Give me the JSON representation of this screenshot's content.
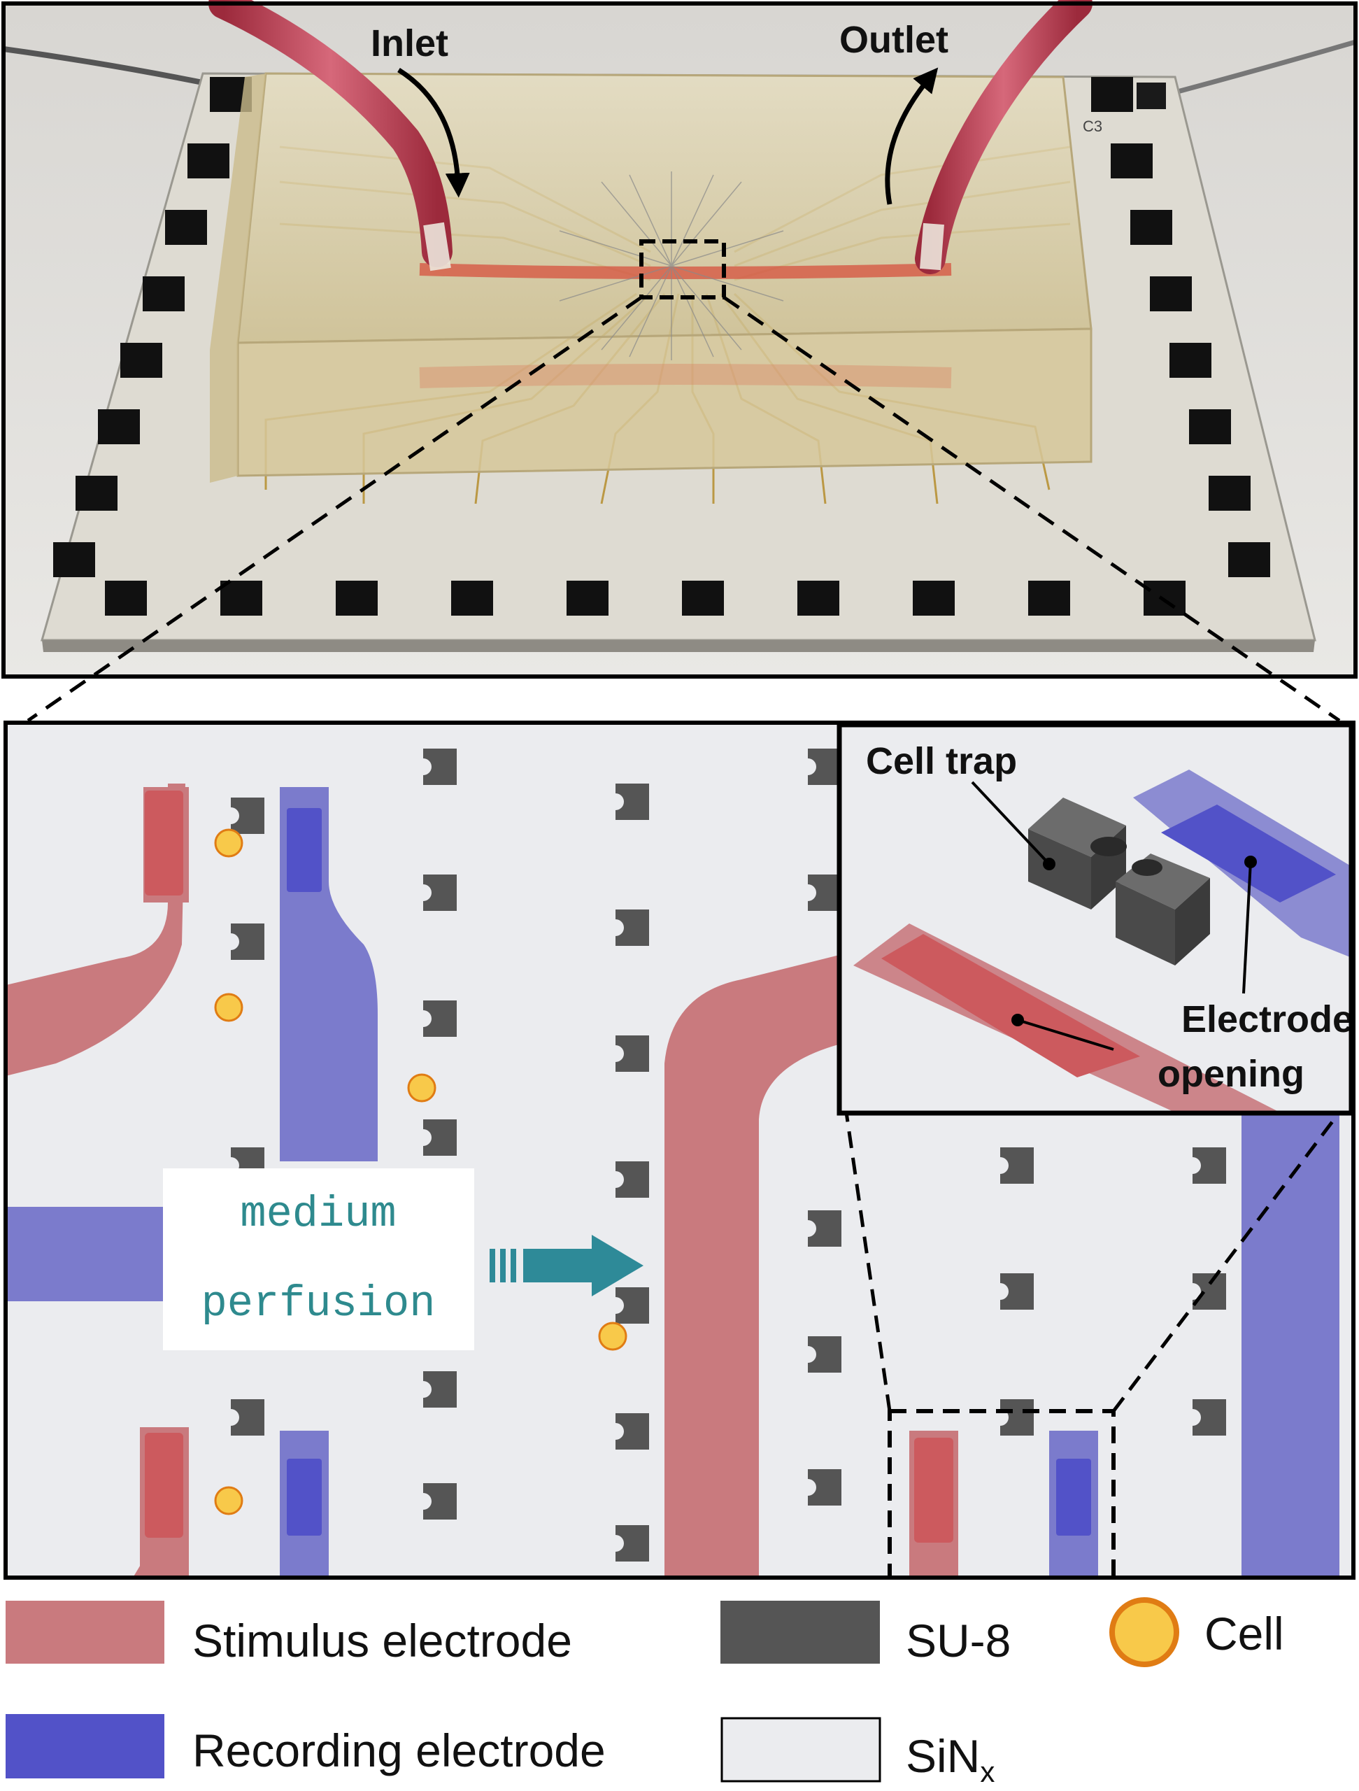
{
  "photo": {
    "inlet_label": "Inlet",
    "outlet_label": "Outlet",
    "chip_marking": "C3"
  },
  "schematic": {
    "flow_label_line1": "medium",
    "flow_label_line2": "perfusion"
  },
  "inset": {
    "cell_trap_label": "Cell trap",
    "electrode_label_line1": "Electrode",
    "electrode_label_line2": "opening"
  },
  "legend": {
    "stimulus": "Stimulus electrode",
    "recording": "Recording electrode",
    "su8": "SU-8",
    "sinx_base": "SiN",
    "sinx_sub": "x",
    "cell": "Cell"
  },
  "colors": {
    "stimulus_fill": "#c97a7e",
    "stimulus_pad": "#cc5a5e",
    "recording_fill": "#7b7bcc",
    "recording_pad": "#5252c8",
    "su8": "#555555",
    "sinx": "#ebecef",
    "cell_fill": "#f8c94a",
    "cell_stroke": "#e07c14",
    "flow_arrow": "#2e8a98"
  }
}
